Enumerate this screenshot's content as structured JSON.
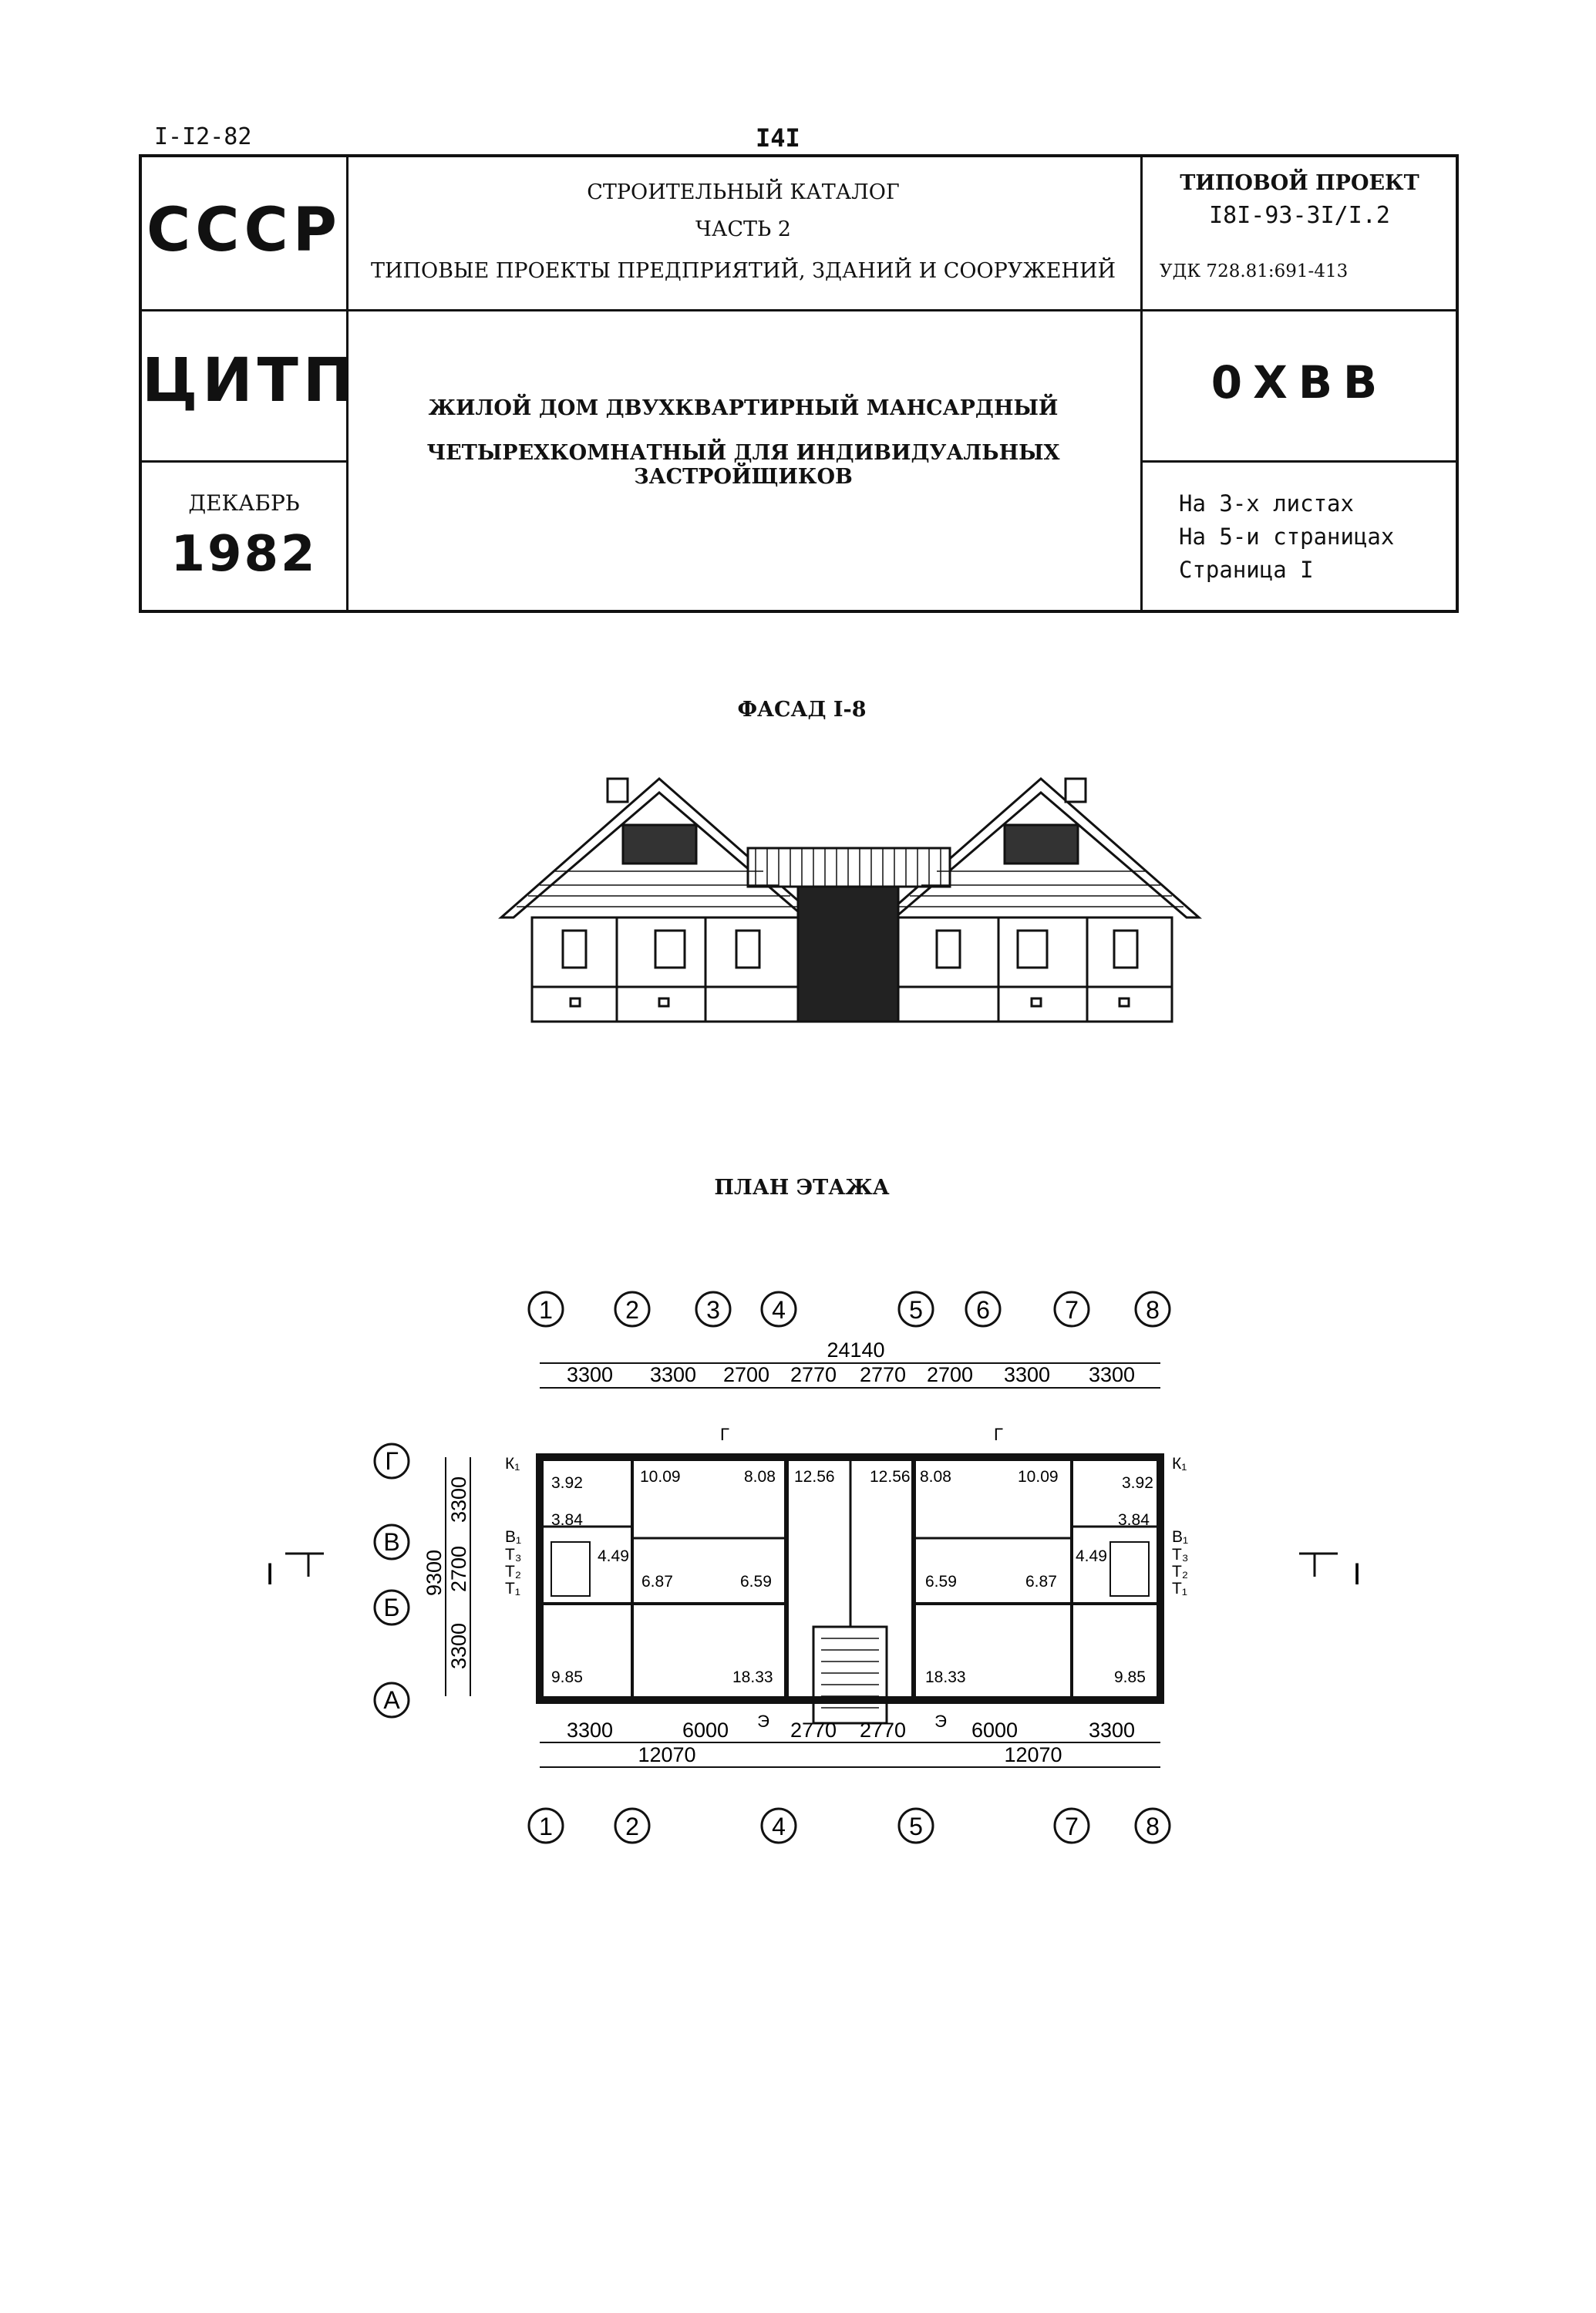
{
  "header": {
    "series": "I-I2-82",
    "page_number": "I4I"
  },
  "stamp": {
    "country": "СССР",
    "org": "ЦИТП",
    "month": "ДЕКАБРЬ",
    "year": "1982",
    "catalog_line1": "СТРОИТЕЛЬНЫЙ КАТАЛОГ",
    "catalog_line2": "ЧАСТЬ 2",
    "catalog_line3": "ТИПОВЫЕ ПРОЕКТЫ ПРЕДПРИЯТИЙ, ЗДАНИЙ И СООРУЖЕНИЙ",
    "project_label": "ТИПОВОЙ ПРОЕКТ",
    "project_number": "I8I-93-3I/I.2",
    "udk": "УДК 728.81:691-413",
    "title_line1": "ЖИЛОЙ ДОМ ДВУХКВАРТИРНЫЙ МАНСАРДНЫЙ",
    "title_line2": "ЧЕТЫРЕХКОМНАТНЫЙ ДЛЯ ИНДИВИДУАЛЬНЫХ ЗАСТРОЙЩИКОВ",
    "code": "0ХВВ",
    "sheets": "На 3-х листах",
    "pages": "На 5-и страницах",
    "page": "Страница I"
  },
  "facade": {
    "title": "ФАСАД I-8"
  },
  "plan": {
    "title": "ПЛАН ЭТАЖА",
    "axes_top": [
      "1",
      "2",
      "3",
      "4",
      "5",
      "6",
      "7",
      "8"
    ],
    "axes_bottom": [
      "1",
      "2",
      "4",
      "5",
      "7",
      "8"
    ],
    "axes_left": [
      "Г",
      "В",
      "Б",
      "А"
    ],
    "overall": "24140",
    "top_dims": [
      "3300",
      "3300",
      "2700",
      "2770",
      "2770",
      "2700",
      "3300",
      "3300"
    ],
    "bottom_dims": [
      "3300",
      "6000",
      "2770",
      "2770",
      "6000",
      "3300"
    ],
    "bottom_totals": [
      "12070",
      "12070"
    ],
    "left_dims": [
      "3300",
      "2700",
      "3300"
    ],
    "left_total": "9300",
    "section_mark": "I",
    "section_marks_small": [
      "Г",
      "Г",
      "Э",
      "Э"
    ],
    "utility_marks": [
      "К₁",
      "В₁",
      "Т₃",
      "Т₂",
      "Т₁"
    ],
    "rooms_left": [
      "3.92",
      "10.09",
      "8.08",
      "12.56",
      "3.84",
      "4.49",
      "6.87",
      "6.59",
      "9.85",
      "18.33"
    ],
    "rooms_right": [
      "12.56",
      "8.08",
      "10.09",
      "3.92",
      "3.84",
      "6.59",
      "6.87",
      "4.49",
      "18.33",
      "9.85"
    ]
  }
}
